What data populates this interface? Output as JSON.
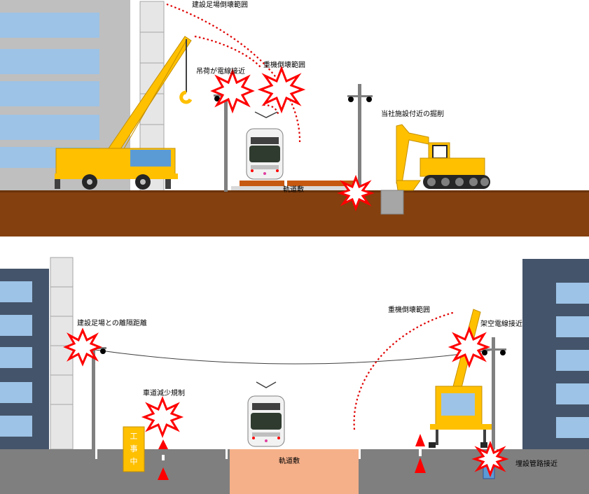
{
  "colors": {
    "ground_brown": "#84400f",
    "road_gray": "#7f7f7f",
    "track_bed": "#f5b08a",
    "track_plank": "#c65911",
    "building_gray": "#bfbfbf",
    "building_dark": "#44546a",
    "window_blue": "#9dc3e6",
    "crane_yellow": "#ffc000",
    "alert_red": "#ff0000",
    "arc_red": "#e00000"
  },
  "icons": [
    "crane",
    "excavator",
    "tram",
    "utility-pole",
    "hazard-burst",
    "warning-triangle",
    "construction-sign"
  ],
  "top_scene": {
    "labels": {
      "scaffold_collapse": "建設足場倒壊範囲",
      "load_near_wire": "吊荷が電線接近",
      "machine_collapse": "重機倒壊範囲",
      "excavation_near_facility": "当社施設付近の掘削",
      "track_bed": "軌道敷"
    }
  },
  "bottom_scene": {
    "labels": {
      "scaffold_distance": "建設足場との離隔距離",
      "lane_restriction": "車道減少規制",
      "machine_collapse": "重機倒壊範囲",
      "overhead_wire_near": "架空電線接近",
      "buried_pipe_near": "埋設管路接近",
      "track_bed": "軌道敷"
    },
    "sign_text": [
      "工",
      "事",
      "中"
    ]
  }
}
